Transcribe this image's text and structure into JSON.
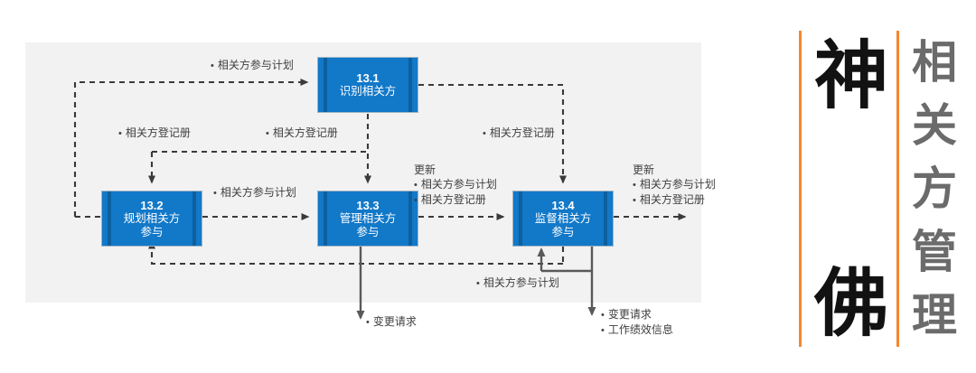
{
  "diagram": {
    "title_hidden": "",
    "boxes": [
      {
        "id": "13.1",
        "number": "13.1",
        "title": "识别相关方"
      },
      {
        "id": "13.2",
        "number": "13.2",
        "title": "规划相关方\n参与"
      },
      {
        "id": "13.3",
        "number": "13.3",
        "title": "管理相关方\n参与"
      },
      {
        "id": "13.4",
        "number": "13.4",
        "title": "监督相关方\n参与"
      }
    ],
    "labels": {
      "a": "相关方参与计划",
      "b": "相关方登记册",
      "c": "相关方登记册",
      "d": "相关方登记册",
      "e": "相关方参与计划",
      "f_head": "更新",
      "f_item1": "相关方参与计划",
      "f_item2": "相关方登记册",
      "g_head": "更新",
      "g_item1": "相关方参与计划",
      "g_item2": "相关方登记册",
      "h": "相关方参与计划",
      "i": "变更请求",
      "j_item1": "变更请求",
      "j_item2": "工作绩效信息"
    }
  },
  "title_panel": {
    "brand_top": "神",
    "brand_bottom": "佛",
    "subject_chars": [
      "相",
      "关",
      "方",
      "管",
      "理"
    ]
  },
  "colors": {
    "box_fill": "#1278C8",
    "box_sidebar": "#0D5F9E",
    "panel_bg": "#F2F2F2",
    "accent_orange": "#F5872E",
    "line": "#404040",
    "subject_gray": "#6B6B6B"
  }
}
